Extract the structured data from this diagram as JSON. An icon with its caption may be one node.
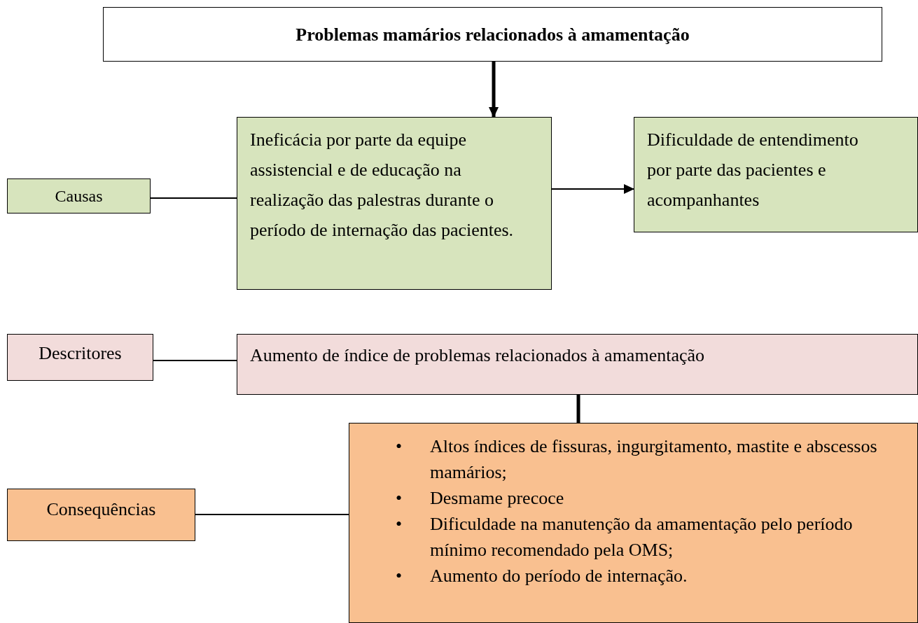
{
  "diagram": {
    "nodes": [
      {
        "text": [
          "Problemas mamários relacionados à amamentação"
        ]
      },
      {
        "text": [
          "Causas"
        ]
      },
      {
        "text": [
          "Ineficácia por parte da equipe assistencial e de educação na realização das palestras durante o período de internação das pacientes."
        ]
      },
      {
        "text": [
          "Dificuldade de entendimento por parte das pacientes e acompanhantes"
        ]
      },
      {
        "text": [
          "Descritores"
        ]
      },
      {
        "text": [
          "Aumento de índice de problemas relacionados à amamentação"
        ]
      },
      {
        "text": [
          "Consequências"
        ]
      },
      {
        "text": [
          "Altos índices de fissuras, ingurgitamento, mastite e abscessos mamários;",
          "Desmame precoce",
          "Dificuldade na manutenção da amamentação pelo período mínimo recomendado pela OMS;",
          "Aumento do período de internação."
        ]
      }
    ],
    "edges": [
      {
        "from": 0,
        "to": 2,
        "arrow": "to",
        "style": "thick"
      },
      {
        "from": 1,
        "to": 2,
        "arrow": "none"
      },
      {
        "from": 2,
        "to": 3,
        "arrow": "to"
      },
      {
        "from": 4,
        "to": 5,
        "arrow": "none"
      },
      {
        "from": 5,
        "to": 7,
        "arrow": "none",
        "style": "thick"
      },
      {
        "from": 6,
        "to": 7,
        "arrow": "none"
      }
    ],
    "labels": [
      "•",
      "•",
      "•",
      "•"
    ]
  }
}
